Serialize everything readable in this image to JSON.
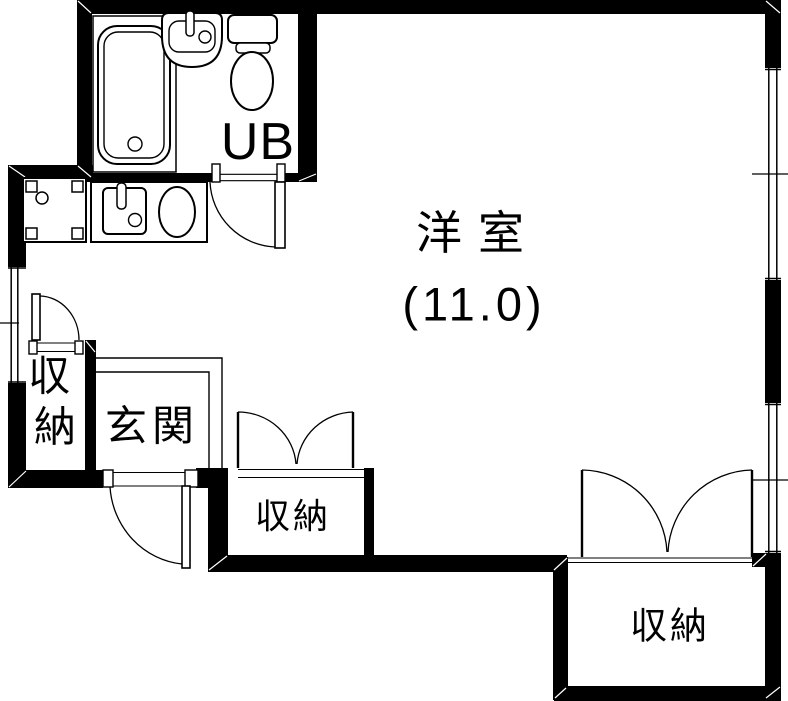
{
  "plan": {
    "type": "apartment-floor-plan",
    "colors": {
      "wall": "#000000",
      "floor": "#ffffff",
      "line": "#000000"
    },
    "rooms": {
      "western_room": {
        "label": "洋室",
        "area": "(11.0)"
      },
      "unit_bath": {
        "label": "UB"
      },
      "entrance": {
        "label": "玄関"
      },
      "closet_left": {
        "label": "収納",
        "chars": [
          "収",
          "納"
        ]
      },
      "closet_middle": {
        "label": "収納"
      },
      "closet_bottom_right": {
        "label": "収納"
      }
    },
    "fixtures": [
      "bathtub",
      "washbasin",
      "toilet",
      "kitchen-sink",
      "burner",
      "washing-machine-pan"
    ],
    "openings": [
      "unit-bath-door",
      "entrance-door",
      "closet-left-door",
      "closet-middle-french-doors",
      "closet-bottom-right-french-doors",
      "window-left",
      "window-right-upper",
      "window-right-lower"
    ]
  }
}
